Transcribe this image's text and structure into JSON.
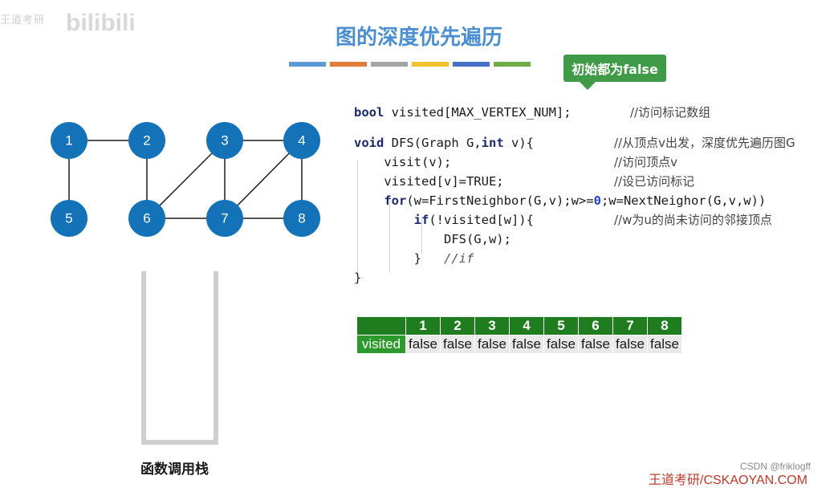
{
  "watermark": {
    "text": "王道考研",
    "logo": "bilibili"
  },
  "title": "图的深度优先遍历",
  "title_bar_colors": [
    "#5b9bd5",
    "#e07b39",
    "#a5a5a5",
    "#f2c12e",
    "#4472c4",
    "#70ad47"
  ],
  "callout": {
    "text": "初始都为false",
    "color": "#3f9b47"
  },
  "graph": {
    "node_color": "#1473b8",
    "nodes": [
      "1",
      "2",
      "3",
      "4",
      "5",
      "6",
      "7",
      "8"
    ],
    "edges": [
      [
        "1",
        "2"
      ],
      [
        "1",
        "5"
      ],
      [
        "2",
        "6"
      ],
      [
        "3",
        "4"
      ],
      [
        "3",
        "6"
      ],
      [
        "3",
        "7"
      ],
      [
        "4",
        "7"
      ],
      [
        "4",
        "8"
      ],
      [
        "6",
        "7"
      ],
      [
        "7",
        "8"
      ]
    ]
  },
  "stack": {
    "label": "函数调用栈"
  },
  "code": {
    "lines": [
      "bool visited[MAX_VERTEX_NUM];",
      "void DFS(Graph G,int v){",
      "    visit(v);",
      "    visited[v]=TRUE;",
      "    for(w=FirstNeighbor(G,v);w>=0;w=NextNeighor(G,v,w))",
      "        if(!visited[w]){",
      "            DFS(G,w);",
      "        }   //if",
      "}"
    ],
    "comments": [
      "//访问标记数组",
      "//从顶点v出发，深度优先遍历图G",
      "//访问顶点v",
      "//设已访问标记",
      "//w为u的尚未访问的邻接顶点"
    ]
  },
  "visited_table": {
    "row_label": "visited",
    "columns": [
      "1",
      "2",
      "3",
      "4",
      "5",
      "6",
      "7",
      "8"
    ],
    "values": [
      "false",
      "false",
      "false",
      "false",
      "false",
      "false",
      "false",
      "false"
    ],
    "header_color": "#1f7d1f"
  },
  "footer": {
    "credit": "CSDN @friklogff",
    "brand": "王道考研/CSKAOYAN.COM"
  }
}
